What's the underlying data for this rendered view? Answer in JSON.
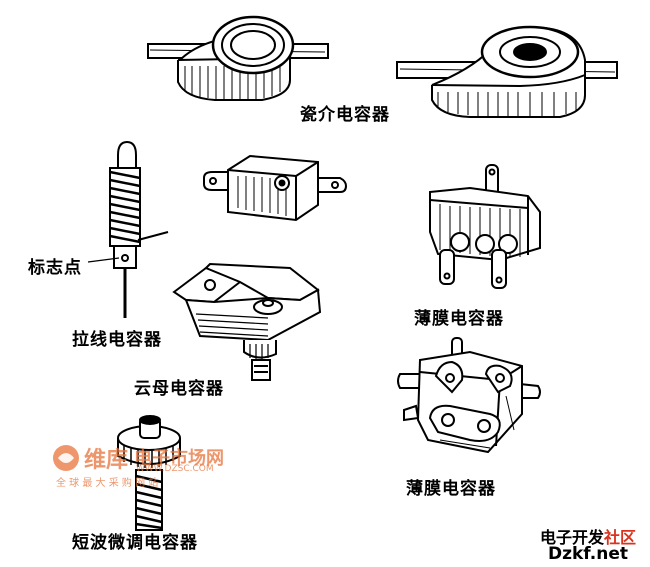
{
  "labels": {
    "ceramic": "瓷介电容器",
    "film_top": "薄膜电容器",
    "marker": "标志点",
    "wire_wound": "拉线电容器",
    "mica": "云母电容器",
    "film_bottom": "薄膜电容器",
    "shortwave": "短波微调电容器"
  },
  "watermark_center": {
    "brand": "维库",
    "market": "电子市场网",
    "url": "WWW.DZSC.COM",
    "slogan": "全 球 最 大 采 购 网 站"
  },
  "watermark_corner": {
    "line1_a": "电子开发",
    "line1_b": "社区",
    "line2": "Dzkf.net"
  },
  "colors": {
    "ink": "#000000",
    "watermark_orange": "#e8743b",
    "watermark_red": "#d9331f"
  }
}
